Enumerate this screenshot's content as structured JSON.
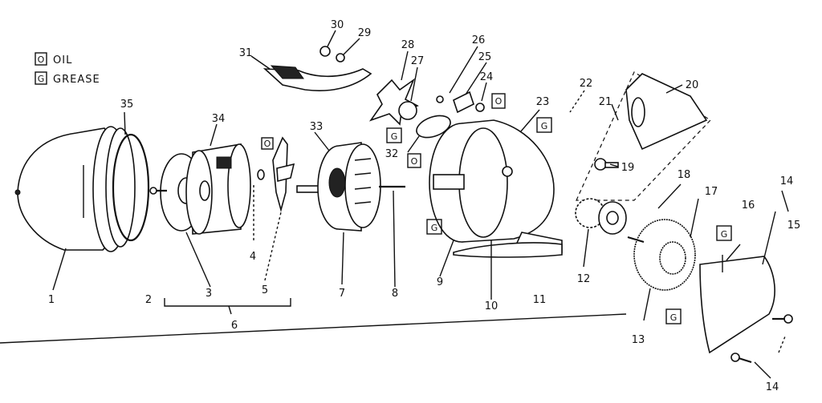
{
  "legend": {
    "oil_symbol": "O",
    "oil_label": "OIL",
    "grease_symbol": "G",
    "grease_label": "GREASE"
  },
  "callouts": {
    "oil": "O",
    "grease": "G"
  },
  "part_numbers": [
    "1",
    "2",
    "3",
    "4",
    "5",
    "6",
    "7",
    "8",
    "9",
    "10",
    "11",
    "12",
    "13",
    "14",
    "14",
    "15",
    "16",
    "17",
    "18",
    "19",
    "20",
    "21",
    "22",
    "23",
    "24",
    "25",
    "26",
    "27",
    "28",
    "29",
    "30",
    "31",
    "32",
    "33",
    "34",
    "35"
  ]
}
